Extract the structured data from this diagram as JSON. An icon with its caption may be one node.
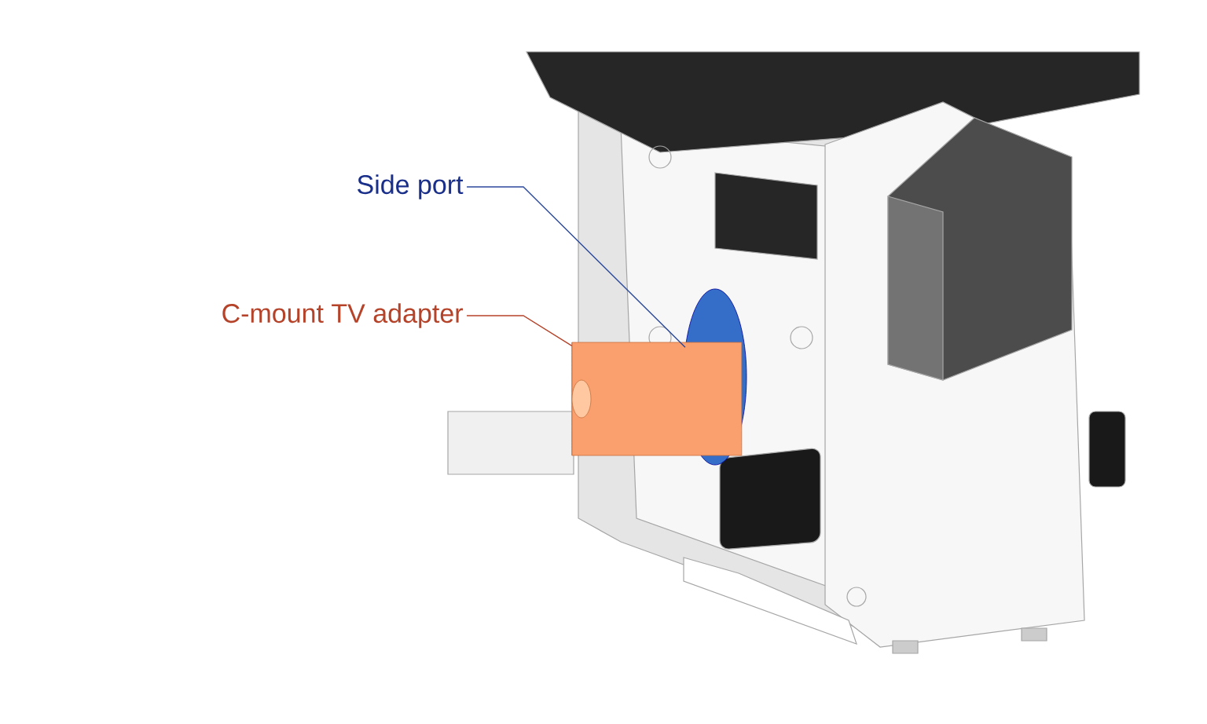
{
  "diagram": {
    "nodes": [
      {
        "text": [
          "Side port"
        ]
      },
      {
        "text": [],
        "shape": "circle"
      },
      {
        "text": [
          "C-mount TV adapter"
        ]
      },
      {
        "text": [],
        "shape": "cylinder"
      }
    ],
    "edges": [
      {
        "from": 0,
        "to": 1,
        "arrow": "none",
        "color": "#2c4a9c"
      },
      {
        "from": 2,
        "to": 3,
        "arrow": "none",
        "color": "#b5432a"
      }
    ]
  }
}
